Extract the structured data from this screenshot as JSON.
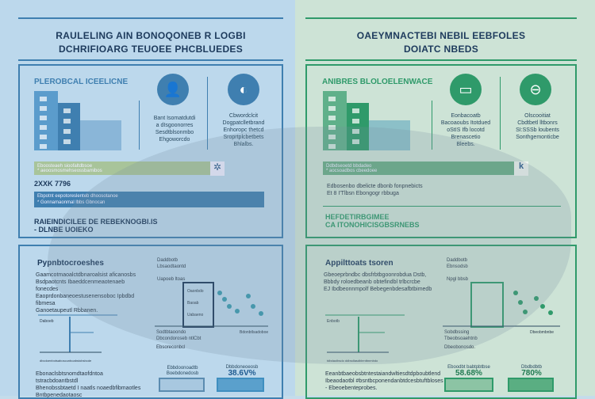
{
  "left": {
    "title_line1": "RAULELING AIN BONOQONEB R LOGBI",
    "title_line2": "DCHRIFIOARG TEUOEE PHCBLUEDES",
    "section_heading": "PLEROBCAL ICEELICNE",
    "circle1_text": [
      "Bant Isomatdutdi",
      "a dIsgoonorres",
      "Sesdtblsonmbo",
      "Ehgoworcdo"
    ],
    "circle2_text": [
      "Cbwordclcit",
      "Dogpatclletbrand",
      "Enhoropc thetcd",
      "Sroprtplcbetbets",
      "Bhlalbs."
    ],
    "bar1_text": [
      "Eboosteaeh sioofaltdbsoe",
      "* aeoosmosmehseossbamibos"
    ],
    "stat": "2XXK 7796",
    "bar2_text": [
      "Ebpotnt eepotoreslenteb dhoosotanoe",
      "* Gonnamaonmal lbbs Gbnocan"
    ],
    "heading2_line1": "RAIEINDICILEE DE REBEKNOGBI.IS",
    "heading2_line2": "- DLNBE UOIEKO",
    "lower_heading": "Pypnbtocroeshes",
    "lower_bullets": [
      "Gaamcotmaoalctdbnaroalsist aficanosbs",
      "Bsdpaotcnts Ibaeddcenmeaotenaeb fonecdes",
      "Eaoprdonbaneoestusenensoboc Ipbdbd fibmesa",
      "Ganoetaupeutl Rbbanen."
    ],
    "chart_labels": [
      "Daddbotb",
      "Lbsaodtaontd",
      "Uapoeb ltoas"
    ],
    "chart_items": [
      "Oaonbdo",
      "Baoab",
      "Uabaeno"
    ],
    "chart_bullets": [
      "Sodtbtaoondo",
      "Dbcondoroseb ntlCbt",
      "Ebsoreconbcl"
    ],
    "axis_label": "Bdonbtlsadoboe",
    "small_chart_label": "Daboeb",
    "small_chart_axis": "dbcdoenbotsaboscunboabstobsbcde",
    "bottom_bullets": [
      "Ebonaclsbtsnomdtaofdntoa tstracbdoantbstdl",
      "Bhenobssbtaetd I naatls noaedbfibmaotles",
      "Bntbpenedaotaosc"
    ],
    "stat_box1_label": [
      "Ebbdoonoadtb",
      "Boebdonedosb"
    ],
    "stat_box2_label": "Dbbdoneoeosb",
    "stat_box2_value": "38.6V%"
  },
  "right": {
    "title_line1": "OAEYMNACTEBI NEBIL EEBFOLES",
    "title_line2": "DOIATC NBEDS",
    "section_heading": "ANIBRES BLOLOELENWACE",
    "circle1_text": [
      "Eonbacoatb",
      "Bacoaoubs Itotdued",
      "oStIS Ifb locotd",
      "Brenascetio",
      "Bleebs."
    ],
    "circle2_text": [
      "Olscooitiat",
      "Cbdtbetl lltbonrs",
      "SI:SSSb loubents",
      "Sonthgemonticbe"
    ],
    "bar_text": [
      "Ddbdseoetd bbdadeo",
      "* aocsoadbos cbeedoee"
    ],
    "body_text": [
      "Edbosenbo dbelicte dbonb fonpnebicts",
      "Et 8 I'Tlbsn Ebongogr rbbuga"
    ],
    "heading2_line1": "HEFDETIRBGIMEE",
    "heading2_line2": "CA ITONOHICISGBSRNEBS",
    "lower_heading": "Appilttoats tsoren",
    "lower_bullets": [
      "Gbeoeprbndbc dbsfrbtbgoonrobdua Dstb,",
      "Bbbdy roloedbeanb obtefindbl trlbcrcbe",
      "EJ Ibdbeonnmpolf Bebegenbdesafbtbimedb"
    ],
    "chart_labels": [
      "Daddbotb",
      "Ebnsodsb",
      "Npgl bbsb"
    ],
    "chart_bullets": [
      "Sobdbssing",
      "Tbeobsoaehtnb",
      "Dbeobonosdo."
    ],
    "axis_label": "Dbeobmbnbe",
    "small_chart_label": "Enbotb",
    "small_chart_axis": "tdbdaolbsdo ddbsdlasdblentbnmbdo",
    "bottom_text": [
      "Eeanbtbaeobsbtntestaiandwltiesdtdpboubtlend",
      "Ibeaodaotbl #bsntbcponendanbtdcesbtuftbloses",
      "- Ebeoebenteprobes."
    ],
    "stat_box1_label": "Eboodbt babtpbtbse",
    "stat_box1_value": "58.68%",
    "stat_box2_label": "Dbdbdbtb",
    "stat_box2_value": "780%"
  },
  "colors": {
    "blue": "#3f7fb0",
    "green": "#2f9a6a",
    "navy": "#1d3a5c"
  }
}
